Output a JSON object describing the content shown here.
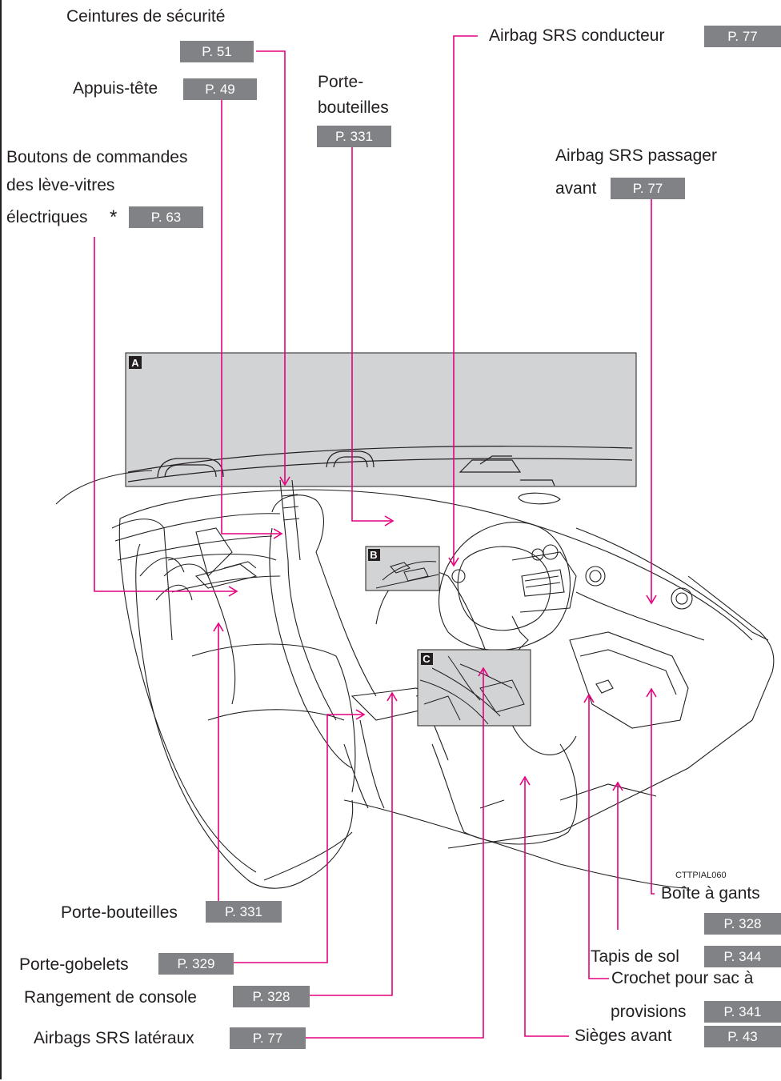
{
  "labels": {
    "ceintures": "Ceintures de sécurité",
    "appuis_tete": "Appuis-tête",
    "porte_bouteilles_top_1": "Porte-",
    "porte_bouteilles_top_2": "bouteilles",
    "boutons_1": "Boutons de commandes",
    "boutons_2": "des lève-vitres",
    "boutons_3": "électriques",
    "asterisk": "*",
    "airbag_conducteur": "Airbag SRS conducteur",
    "airbag_passager_1": "Airbag SRS passager",
    "airbag_passager_2": "avant",
    "porte_bouteilles_bottom": "Porte-bouteilles",
    "porte_gobelets": "Porte-gobelets",
    "rangement_console": "Rangement de console",
    "airbags_lateraux": "Airbags SRS latéraux",
    "boite_gants": "Boîte à gants",
    "tapis_sol": "Tapis de sol",
    "crochet_1": "Crochet pour sac à",
    "crochet_2": "provisions",
    "sieges_avant": "Sièges avant"
  },
  "pages": {
    "ceintures": "P. 51",
    "appuis_tete": "P. 49",
    "porte_bouteilles_top": "P. 331",
    "boutons": "P. 63",
    "airbag_conducteur": "P. 77",
    "airbag_passager": "P. 77",
    "porte_bouteilles_bottom": "P. 331",
    "porte_gobelets": "P. 329",
    "rangement_console": "P. 328",
    "airbags_lateraux": "P. 77",
    "boite_gants": "P. 328",
    "tapis_sol": "P. 344",
    "crochet": "P. 341",
    "sieges_avant": "P. 43"
  },
  "insets": {
    "a": "A",
    "b": "B",
    "c": "C"
  },
  "figure_code": "CTTPIAL060",
  "colors": {
    "leader": "#e5007e",
    "page_box": "#808285",
    "inset_box": "#d1d3d4",
    "text": "#231f20"
  }
}
